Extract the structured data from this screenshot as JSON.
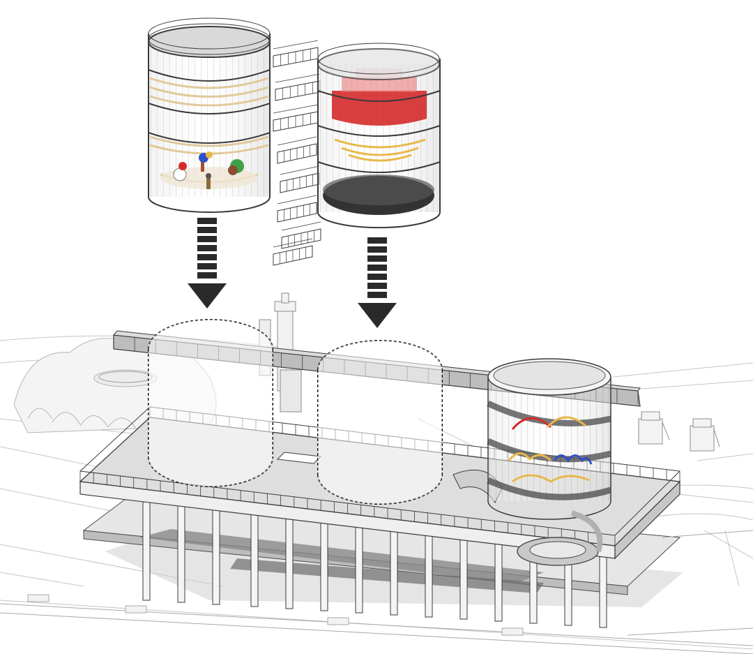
{
  "diagram": {
    "type": "axonometric-architectural-diagram",
    "labels": [],
    "modules": [
      {
        "name": "cylinder-module-left",
        "contents": [
          "people-figures",
          "colored-balls",
          "wooden-ring-floors"
        ]
      },
      {
        "name": "cylinder-module-right",
        "contents": [
          "red-tiered-seating",
          "yellow-ring-floor",
          "dark-base"
        ]
      },
      {
        "name": "cylinder-installed",
        "contents": [
          "spiral-ramp",
          "red-arches",
          "yellow-waves",
          "blue-arches"
        ]
      }
    ],
    "arrows": [
      {
        "name": "insertion-arrow-left",
        "direction": "down"
      },
      {
        "name": "insertion-arrow-right",
        "direction": "down"
      }
    ],
    "placeholders": [
      "dashed-cylinder-slot-left",
      "dashed-cylinder-slot-right"
    ],
    "colors": {
      "line": "#3a3a3a",
      "light_line": "#b8b8b8",
      "deck": "#d9d9d9",
      "deck_dark": "#a9a9a9",
      "arrow": "#2a2a2a",
      "red": "#d42a2a",
      "yellow": "#e8b84a",
      "blue": "#2f4fc8",
      "wood": "#efdcb6",
      "dark_base": "#333333"
    }
  }
}
